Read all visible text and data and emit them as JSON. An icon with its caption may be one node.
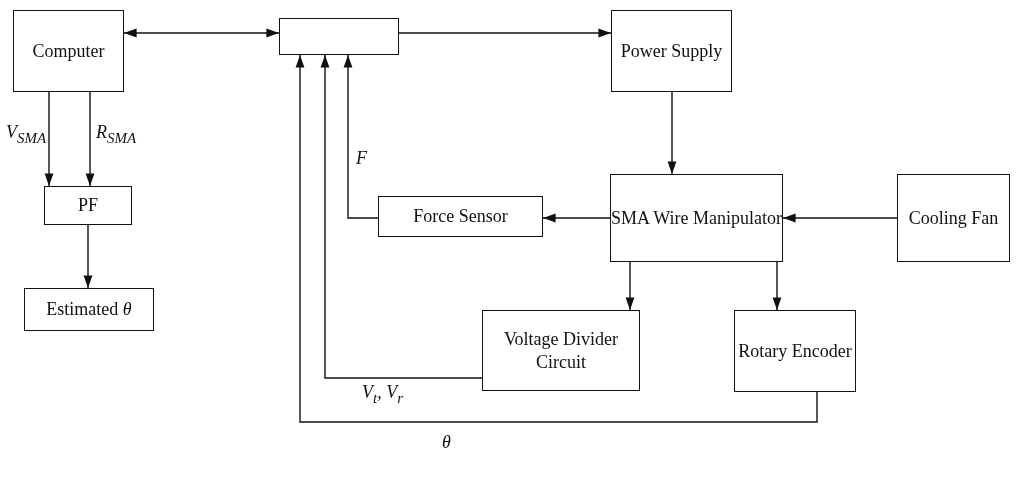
{
  "diagram": {
    "nodes": [
      {
        "text": [
          "Computer"
        ]
      },
      {
        "text": [],
        "shape": "box"
      },
      {
        "text": [
          "Power Supply"
        ]
      },
      {
        "text": [
          "PF"
        ]
      },
      {
        "text": [
          "Estimated *θ*"
        ]
      },
      {
        "text": [
          "Force Sensor"
        ]
      },
      {
        "text": [
          "SMA Wire Manipulator"
        ]
      },
      {
        "text": [
          "Cooling Fan"
        ]
      },
      {
        "text": [
          "Voltage Divider Circuit"
        ]
      },
      {
        "text": [
          "Rotary Encoder"
        ]
      }
    ],
    "edges": [
      {
        "from": 0,
        "to": 1,
        "arrow": "both"
      },
      {
        "from": 1,
        "to": 2,
        "arrow": "to"
      },
      {
        "from": 2,
        "to": 6,
        "arrow": "to"
      },
      {
        "from": 0,
        "to": 3,
        "arrow": "to",
        "label": "V$_{SMA}$"
      },
      {
        "from": 0,
        "to": 3,
        "arrow": "to",
        "label": "R$_{SMA}$"
      },
      {
        "from": 3,
        "to": 4,
        "arrow": "to"
      },
      {
        "from": 7,
        "to": 6,
        "arrow": "to"
      },
      {
        "from": 6,
        "to": 5,
        "arrow": "to"
      },
      {
        "from": 5,
        "to": 1,
        "arrow": "to",
        "label": "F"
      },
      {
        "from": 6,
        "to": 8,
        "arrow": "to"
      },
      {
        "from": 6,
        "to": 9,
        "arrow": "to"
      },
      {
        "from": 8,
        "to": 1,
        "arrow": "to",
        "label": "V$_{t}$, V$_{r}$"
      },
      {
        "from": 9,
        "to": 1,
        "arrow": "to",
        "label": "θ"
      }
    ]
  }
}
